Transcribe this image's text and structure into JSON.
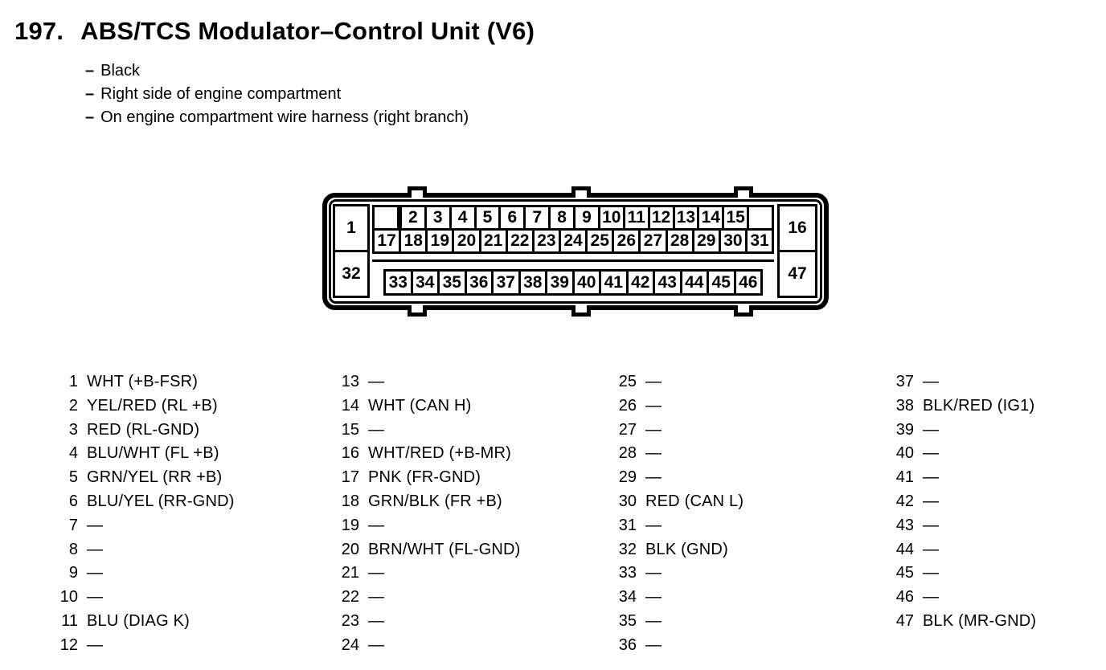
{
  "page": {
    "number": "197.",
    "title": "ABS/TCS Modulator–Control Unit (V6)",
    "notes": [
      {
        "dash": "–",
        "text": "Black"
      },
      {
        "dash": "–",
        "text": "Right side of engine compartment"
      },
      {
        "dash": "–",
        "text": "On engine compartment wire harness (right branch)"
      }
    ]
  },
  "connector": {
    "corner_pins": {
      "top_left": "1",
      "top_right": "16",
      "bottom_left": "32",
      "bottom_right": "47"
    },
    "row1": [
      "2",
      "3",
      "4",
      "5",
      "6",
      "7",
      "8",
      "9",
      "10",
      "11",
      "12",
      "13",
      "14",
      "15"
    ],
    "row2": [
      "17",
      "18",
      "19",
      "20",
      "21",
      "22",
      "23",
      "24",
      "25",
      "26",
      "27",
      "28",
      "29",
      "30",
      "31"
    ],
    "row3": [
      "33",
      "34",
      "35",
      "36",
      "37",
      "38",
      "39",
      "40",
      "41",
      "42",
      "43",
      "44",
      "45",
      "46"
    ]
  },
  "pinout": {
    "columns": [
      {
        "pins": [
          {
            "n": "1",
            "label": "WHT (+B-FSR)"
          },
          {
            "n": "2",
            "label": "YEL/RED (RL +B)"
          },
          {
            "n": "3",
            "label": "RED (RL-GND)"
          },
          {
            "n": "4",
            "label": "BLU/WHT (FL +B)"
          },
          {
            "n": "5",
            "label": "GRN/YEL (RR +B)"
          },
          {
            "n": "6",
            "label": "BLU/YEL (RR-GND)"
          },
          {
            "n": "7",
            "label": "—"
          },
          {
            "n": "8",
            "label": "—"
          },
          {
            "n": "9",
            "label": "—"
          },
          {
            "n": "10",
            "label": "—"
          },
          {
            "n": "11",
            "label": "BLU (DIAG K)"
          },
          {
            "n": "12",
            "label": "—"
          }
        ]
      },
      {
        "pins": [
          {
            "n": "13",
            "label": "—"
          },
          {
            "n": "14",
            "label": "WHT (CAN H)"
          },
          {
            "n": "15",
            "label": "—"
          },
          {
            "n": "16",
            "label": "WHT/RED (+B-MR)"
          },
          {
            "n": "17",
            "label": "PNK (FR-GND)"
          },
          {
            "n": "18",
            "label": "GRN/BLK (FR +B)"
          },
          {
            "n": "19",
            "label": "—"
          },
          {
            "n": "20",
            "label": "BRN/WHT (FL-GND)"
          },
          {
            "n": "21",
            "label": "—"
          },
          {
            "n": "22",
            "label": "—"
          },
          {
            "n": "23",
            "label": "—"
          },
          {
            "n": "24",
            "label": "—"
          }
        ]
      },
      {
        "pins": [
          {
            "n": "25",
            "label": "—"
          },
          {
            "n": "26",
            "label": "—"
          },
          {
            "n": "27",
            "label": "—"
          },
          {
            "n": "28",
            "label": "—"
          },
          {
            "n": "29",
            "label": "—"
          },
          {
            "n": "30",
            "label": "RED (CAN L)"
          },
          {
            "n": "31",
            "label": "—"
          },
          {
            "n": "32",
            "label": "BLK (GND)"
          },
          {
            "n": "33",
            "label": "—"
          },
          {
            "n": "34",
            "label": "—"
          },
          {
            "n": "35",
            "label": "—"
          },
          {
            "n": "36",
            "label": "—"
          }
        ]
      },
      {
        "pins": [
          {
            "n": "37",
            "label": "—"
          },
          {
            "n": "38",
            "label": "BLK/RED (IG1)"
          },
          {
            "n": "39",
            "label": "—"
          },
          {
            "n": "40",
            "label": "—"
          },
          {
            "n": "41",
            "label": "—"
          },
          {
            "n": "42",
            "label": "—"
          },
          {
            "n": "43",
            "label": "—"
          },
          {
            "n": "44",
            "label": "—"
          },
          {
            "n": "45",
            "label": "—"
          },
          {
            "n": "46",
            "label": "—"
          },
          {
            "n": "47",
            "label": "BLK (MR-GND)"
          }
        ]
      }
    ]
  },
  "colors": {
    "ink": "#000000",
    "paper": "#ffffff"
  }
}
